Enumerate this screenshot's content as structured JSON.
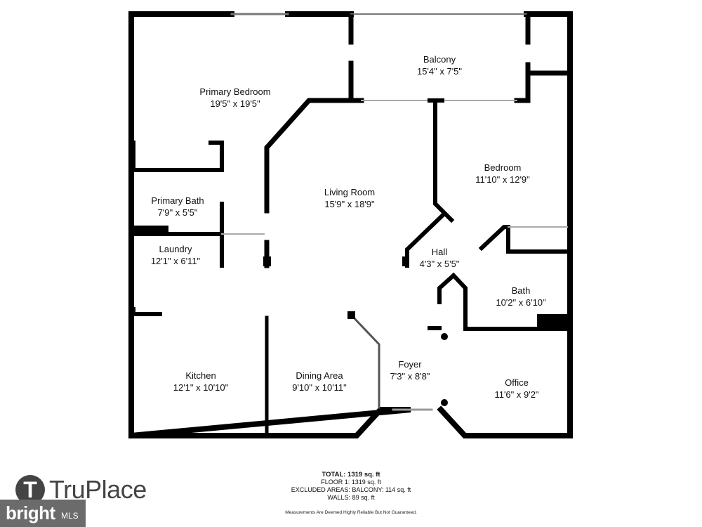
{
  "rooms": [
    {
      "id": "primary-bedroom",
      "name": "Primary Bedroom",
      "dims": "19'5\" x 19'5\""
    },
    {
      "id": "balcony",
      "name": "Balcony",
      "dims": "15'4\" x 7'5\""
    },
    {
      "id": "bedroom",
      "name": "Bedroom",
      "dims": "11'10\" x 12'9\""
    },
    {
      "id": "living-room",
      "name": "Living Room",
      "dims": "15'9\" x 18'9\""
    },
    {
      "id": "primary-bath",
      "name": "Primary Bath",
      "dims": "7'9\" x 5'5\""
    },
    {
      "id": "laundry",
      "name": "Laundry",
      "dims": "12'1\" x 6'11\""
    },
    {
      "id": "hall",
      "name": "Hall",
      "dims": "4'3\" x 5'5\""
    },
    {
      "id": "bath",
      "name": "Bath",
      "dims": "10'2\" x 6'10\""
    },
    {
      "id": "foyer",
      "name": "Foyer",
      "dims": "7'3\" x 8'8\""
    },
    {
      "id": "kitchen",
      "name": "Kitchen",
      "dims": "12'1\" x 10'10\""
    },
    {
      "id": "dining-area",
      "name": "Dining Area",
      "dims": "9'10\" x 10'11\""
    },
    {
      "id": "office",
      "name": "Office",
      "dims": "11'6\" x 9'2\""
    }
  ],
  "summary": {
    "total": "TOTAL: 1319 sq. ft",
    "floor": "FLOOR 1: 1319 sq. ft",
    "excluded": "EXCLUDED AREAS: BALCONY: 114 sq. ft",
    "walls": "WALLS: 89 sq. ft"
  },
  "disclaimer": "Measurements Are Deemed Highly Reliable But Not Guaranteed.",
  "branding": {
    "truplace_letter": "T",
    "truplace_name": "TruPlace",
    "bright_name": "bright",
    "bright_suffix": "MLS"
  },
  "colors": {
    "wall": "#000000",
    "logo_gray": "#444444",
    "badge_gray": "#6b6b6b"
  }
}
